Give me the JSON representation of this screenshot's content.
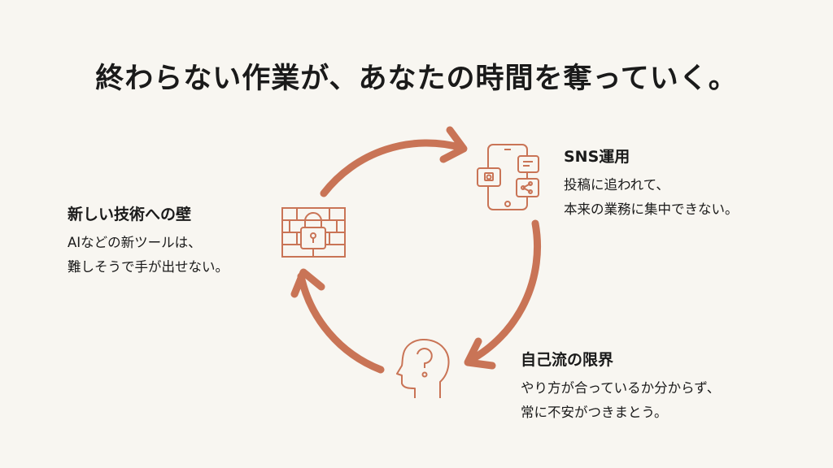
{
  "title": "終わらない作業が、あなたの時間を奪っていく。",
  "accent_color": "#c97456",
  "items": [
    {
      "icon": "smartphone-social-icon",
      "heading": "SNS運用",
      "lines": [
        "投稿に追われて、",
        "本来の業務に集中できない。"
      ]
    },
    {
      "icon": "head-question-icon",
      "heading": "自己流の限界",
      "lines": [
        "やり方が合っているか分からず、",
        "常に不安がつきまとう。"
      ]
    },
    {
      "icon": "brick-wall-lock-icon",
      "heading": "新しい技術への壁",
      "lines": [
        "AIなどの新ツールは、",
        "難しそうで手が出せない。"
      ]
    }
  ]
}
